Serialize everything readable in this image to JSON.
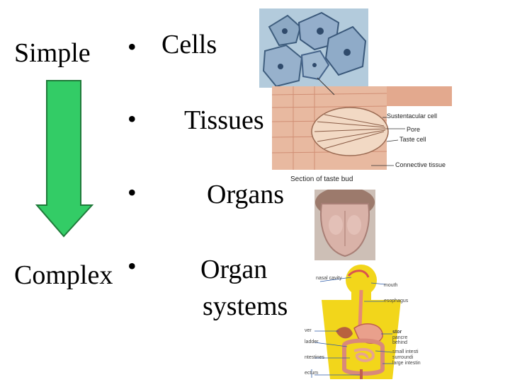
{
  "scale": {
    "top_label": "Simple",
    "bottom_label": "Complex"
  },
  "levels": [
    {
      "bullet": "•",
      "label": "Cells"
    },
    {
      "bullet": "•",
      "label": "Tissues"
    },
    {
      "bullet": "•",
      "label": "Organs"
    },
    {
      "bullet": "•",
      "label_line1": "Organ",
      "label_line2": "systems"
    }
  ],
  "tissue_image": {
    "labels": [
      "Sustentacular cell",
      "Pore",
      "Taste cell",
      "Connective tissue"
    ],
    "caption": "Section of taste bud"
  },
  "system_image": {
    "left_labels": [
      "nasal cavity",
      "ver",
      "ladder",
      "ntestines",
      "ectum"
    ],
    "right_labels": [
      "mouth",
      "esophagus",
      "stor",
      "pancre",
      "behind",
      "small intesti",
      "surroundi",
      "large intestin"
    ]
  },
  "colors": {
    "arrow_fill": "#33cc66",
    "arrow_stroke": "#1f7a3a",
    "body_yellow": "#f2d61b"
  },
  "icons": {
    "arrow": "down-arrow-icon"
  }
}
